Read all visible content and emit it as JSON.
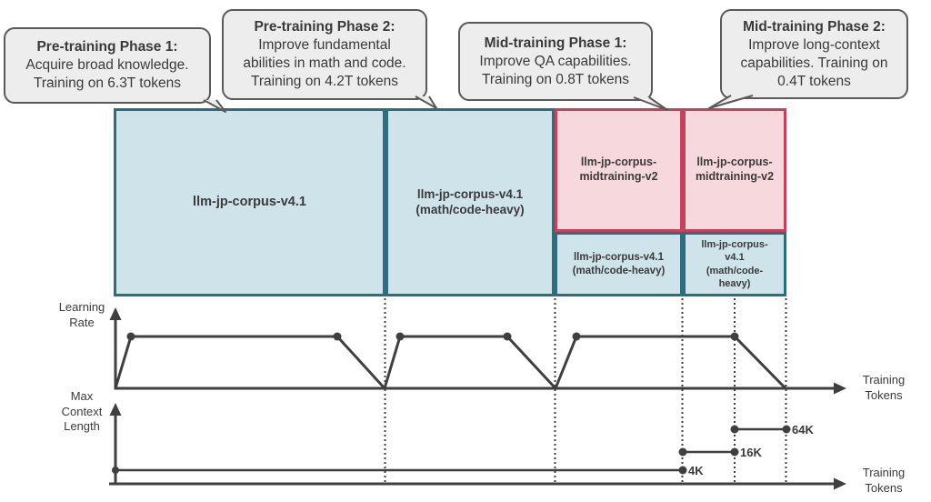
{
  "colors": {
    "pretrain-fill": "#cfe3eb",
    "pretrain-border": "#2e6d80",
    "midtrain-fill": "#f6d8dd",
    "midtrain-border": "#c4435a",
    "bubble-fill": "#ededed",
    "bubble-border": "#595959",
    "line": "#3f3f3f",
    "text": "#3a3a3a"
  },
  "callouts": [
    {
      "title": "Pre-training Phase 1:",
      "body": "Acquire broad knowledge.\nTraining on 6.3T tokens"
    },
    {
      "title": "Pre-training Phase 2:",
      "body": "Improve fundamental\nabilities in math and code.\nTraining on 4.2T tokens"
    },
    {
      "title": "Mid-training Phase 1:",
      "body": "Improve QA capabilities.\nTraining on 0.8T tokens"
    },
    {
      "title": "Mid-training Phase 2:",
      "body": "Improve long-context\ncapabilities. Training on\n0.4T tokens"
    }
  ],
  "corpus_blocks": [
    {
      "label": "llm-jp-corpus-v4.1",
      "phase": "pre-training-1"
    },
    {
      "label": "llm-jp-corpus-v4.1\n(math/code-heavy)",
      "phase": "pre-training-2"
    },
    {
      "label": "llm-jp-corpus-\nmidtraining-v2",
      "phase": "mid-training-1"
    },
    {
      "label": "llm-jp-corpus-\nmidtraining-v2",
      "phase": "mid-training-2"
    },
    {
      "label": "llm-jp-corpus-v4.1\n(math/code-heavy)",
      "phase": "mid-training-1"
    },
    {
      "label": "llm-jp-corpus-\nv4.1\n(math/code-\nheavy)",
      "phase": "mid-training-2"
    }
  ],
  "lr_chart": {
    "ylabel": "Learning\nRate",
    "xlabel": "Training\nTokens"
  },
  "context_chart": {
    "ylabel": "Max\nContext\nLength",
    "xlabel": "Training\nTokens",
    "steps": [
      "4K",
      "16K",
      "64K"
    ]
  }
}
